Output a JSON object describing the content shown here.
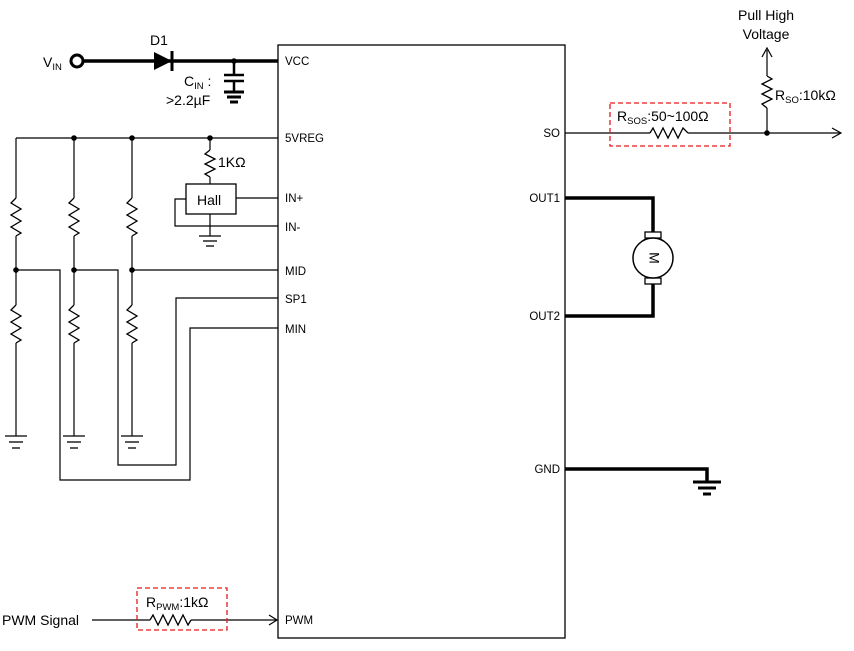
{
  "ic": {
    "pins": {
      "vcc": "VCC",
      "vreg5": "5VREG",
      "in_plus": "IN+",
      "in_minus": "IN-",
      "mid": "MID",
      "sp1": "SP1",
      "min": "MIN",
      "pwm": "PWM",
      "so": "SO",
      "out1": "OUT1",
      "out2": "OUT2",
      "gnd": "GND"
    }
  },
  "labels": {
    "vin_main": "V",
    "vin_sub": "IN",
    "d1": "D1",
    "cin_main": "C",
    "cin_sub": "IN",
    "cin_colon": " :",
    "cin_value": ">2.2µF",
    "r_hall": "1KΩ",
    "hall": "Hall",
    "motor": "M",
    "pull_high_line1": "Pull High",
    "pull_high_line2": "Voltage",
    "rso_main": "R",
    "rso_sub": "SO",
    "rso_value": ":10kΩ",
    "rsos_main": "R",
    "rsos_sub": "SOS",
    "rsos_value": ":50~100Ω",
    "rpwm_main": "R",
    "rpwm_sub": "PWM",
    "rpwm_value": ":1kΩ",
    "pwm_signal": "PWM Signal"
  },
  "colors": {
    "wire": "#000000",
    "highlight_box": "#e31b1b"
  }
}
